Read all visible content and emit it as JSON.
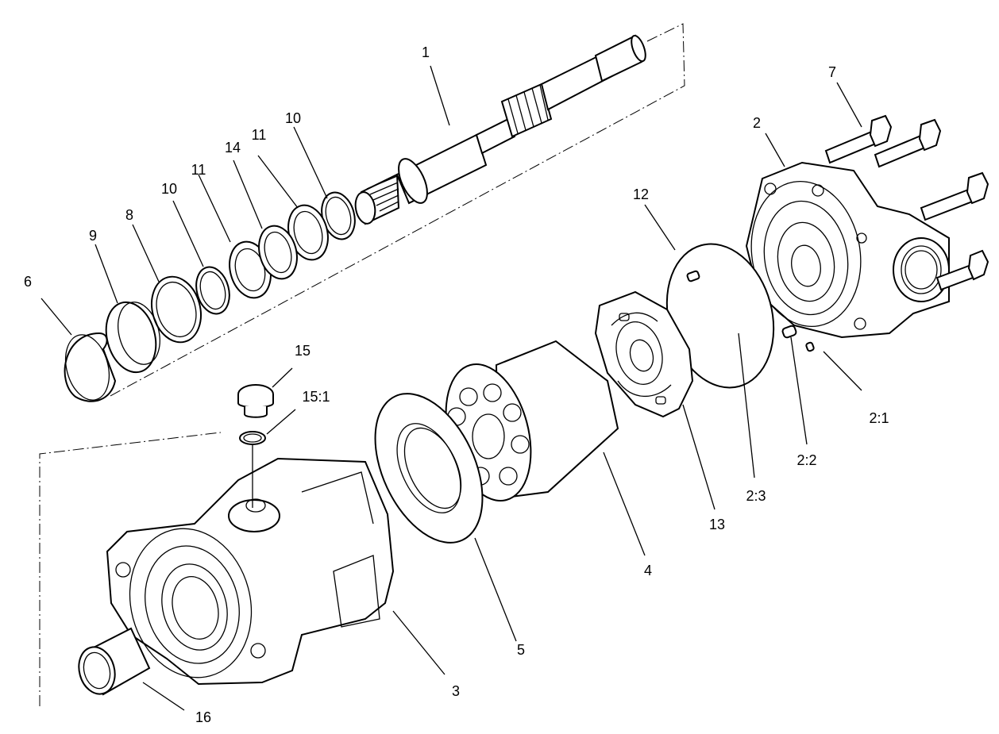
{
  "colors": {
    "line": "#000000",
    "background": "#ffffff"
  },
  "labels": [
    {
      "id": "1",
      "text": "1"
    },
    {
      "id": "2",
      "text": "2"
    },
    {
      "id": "2_1",
      "text": "2:1"
    },
    {
      "id": "2_2",
      "text": "2:2"
    },
    {
      "id": "2_3",
      "text": "2:3"
    },
    {
      "id": "3",
      "text": "3"
    },
    {
      "id": "4",
      "text": "4"
    },
    {
      "id": "5",
      "text": "5"
    },
    {
      "id": "6",
      "text": "6"
    },
    {
      "id": "7",
      "text": "7"
    },
    {
      "id": "8",
      "text": "8"
    },
    {
      "id": "9",
      "text": "9"
    },
    {
      "id": "10a",
      "text": "10"
    },
    {
      "id": "10b",
      "text": "10"
    },
    {
      "id": "11a",
      "text": "11"
    },
    {
      "id": "11b",
      "text": "11"
    },
    {
      "id": "12",
      "text": "12"
    },
    {
      "id": "13",
      "text": "13"
    },
    {
      "id": "14",
      "text": "14"
    },
    {
      "id": "15",
      "text": "15"
    },
    {
      "id": "15_1",
      "text": "15:1"
    },
    {
      "id": "16",
      "text": "16"
    }
  ]
}
